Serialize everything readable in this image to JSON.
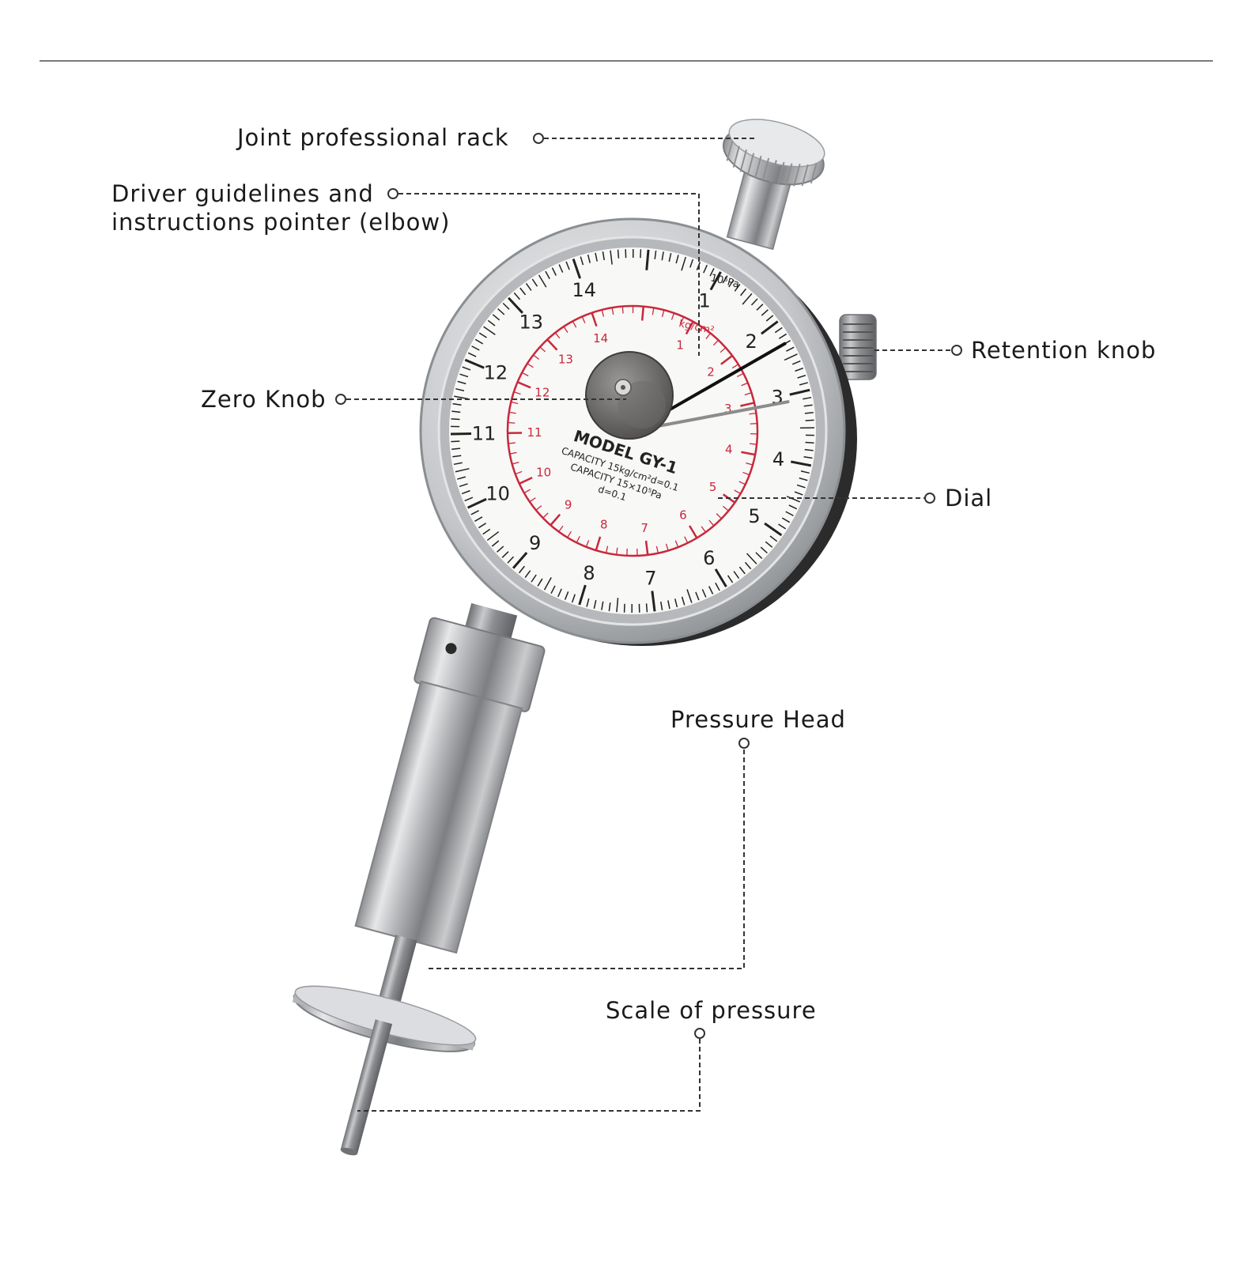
{
  "callouts": {
    "joint_rack": "Joint professional rack",
    "driver_line1": "Driver guidelines and",
    "driver_line2": "instructions pointer (elbow)",
    "zero_knob": "Zero Knob",
    "retention_knob": "Retention knob",
    "dial": "Dial",
    "pressure_head": "Pressure Head",
    "scale_of_pressure": "Scale of pressure"
  },
  "dial_face": {
    "model": "MODEL GY-1",
    "capacity_line1": "CAPACITY 15kg/cm²d=0.1",
    "capacity_line2": "CAPACITY 15×10⁵Pa",
    "resolution": "d=0.1",
    "outer_unit": "10⁵Pa",
    "inner_unit": "kg/cm²",
    "outer_scale_max": 15,
    "inner_scale_max": 15,
    "outer_pointer_reading": 2.3,
    "inner_pointer_reading": 3.1
  },
  "colors": {
    "outer_scale": "#222222",
    "inner_scale": "#c8283c",
    "leader_line": "#333333"
  }
}
